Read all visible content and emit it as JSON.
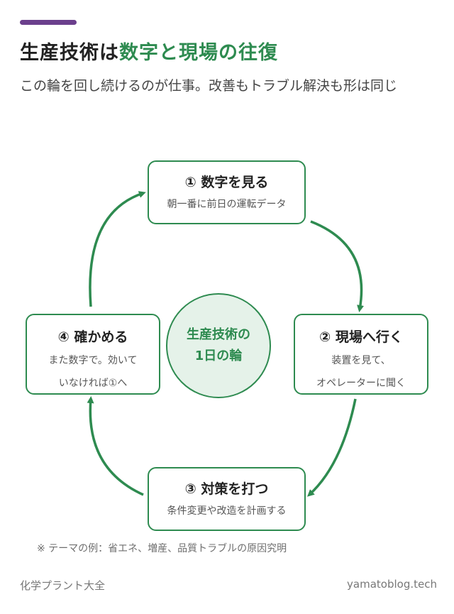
{
  "header": {
    "title_prefix": "生産技術は",
    "title_highlight": "数字と現場の往復",
    "subtitle": "この輪を回し続けるのが仕事。改善もトラブル解決も形は同じ"
  },
  "cycle": {
    "center": {
      "line1": "生産技術の",
      "line2": "1日の輪"
    },
    "steps": [
      {
        "label": "① 数字を見る",
        "desc": [
          "朝一番に前日の運転データ"
        ]
      },
      {
        "label": "② 現場へ行く",
        "desc": [
          "装置を見て、",
          "オペレーターに聞く"
        ]
      },
      {
        "label": "③ 対策を打つ",
        "desc": [
          "条件変更や改造を計画する"
        ]
      },
      {
        "label": "④ 確かめる",
        "desc": [
          "また数字で。効いて",
          "いなければ①へ"
        ]
      }
    ]
  },
  "note": "※ テーマの例：省エネ、増産、品質トラブルの原因究明",
  "footer": {
    "left": "化学プラント大全",
    "right": "yamatoblog.tech"
  },
  "colors": {
    "accent_bar": "#6b3f8c",
    "green": "#2e8b50",
    "center_fill": "#e5f2e9"
  }
}
